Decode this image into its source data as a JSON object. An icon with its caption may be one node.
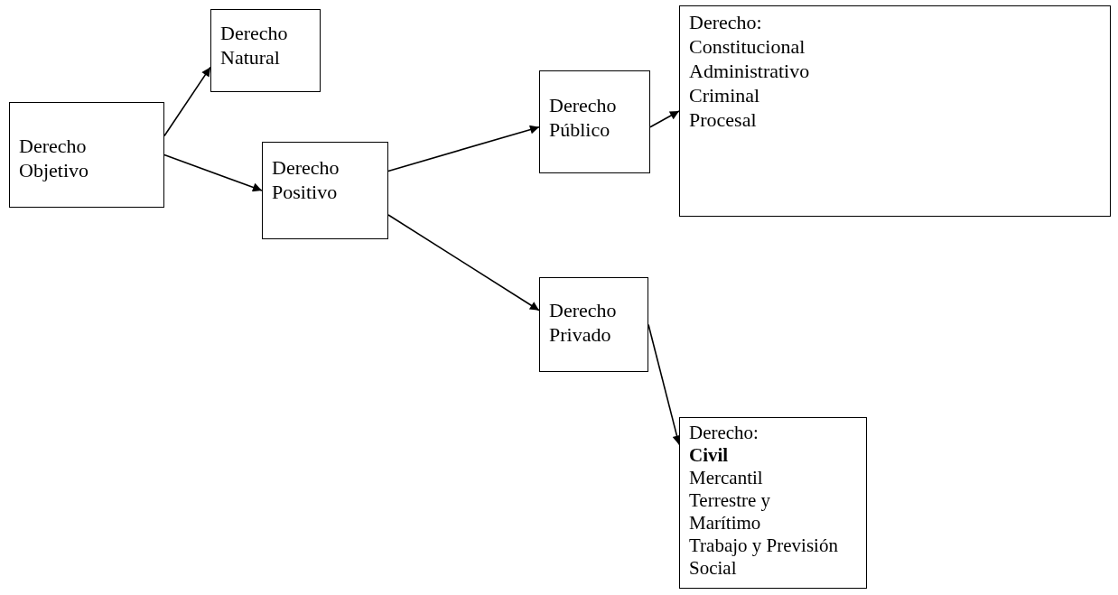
{
  "diagram": {
    "nodes": [
      {
        "text": [
          "Derecho Objetivo"
        ]
      },
      {
        "text": [
          "Derecho Natural"
        ]
      },
      {
        "text": [
          "Derecho Positivo"
        ]
      },
      {
        "text": [
          "Derecho Público"
        ]
      },
      {
        "text": [
          "Derecho:",
          "Constitucional",
          "Administrativo",
          "Criminal",
          "Procesal"
        ]
      },
      {
        "text": [
          "Derecho Privado"
        ]
      },
      {
        "text": [
          "Derecho:",
          "**Civil**",
          "Mercantil",
          "Terrestre y Marítimo",
          "Trabajo y Previsión Social"
        ]
      }
    ],
    "edges": [
      {
        "from": 0,
        "to": 1,
        "arrow": "to"
      },
      {
        "from": 0,
        "to": 2,
        "arrow": "to"
      },
      {
        "from": 2,
        "to": 3,
        "arrow": "to"
      },
      {
        "from": 2,
        "to": 5,
        "arrow": "to"
      },
      {
        "from": 3,
        "to": 4,
        "arrow": "to"
      },
      {
        "from": 5,
        "to": 6,
        "arrow": "to"
      }
    ]
  }
}
